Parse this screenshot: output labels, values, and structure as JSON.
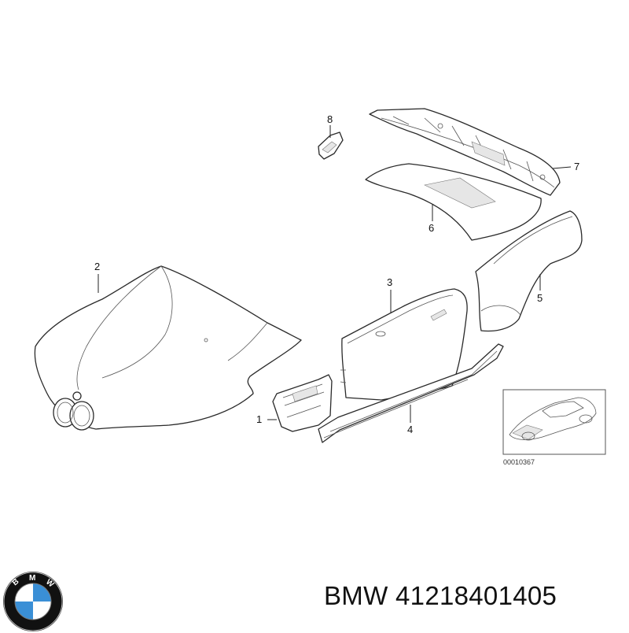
{
  "callouts": [
    "1",
    "2",
    "3",
    "4",
    "5",
    "6",
    "7",
    "8"
  ],
  "reference_code": "00010367",
  "footer": {
    "brand": "BMW",
    "part_number": "41218401405",
    "text": "BMW 41218401405"
  },
  "logo": {
    "letters": "BMW",
    "colors": {
      "blue": "#3a8fd6",
      "white": "#ffffff",
      "ring": "#111111"
    }
  }
}
